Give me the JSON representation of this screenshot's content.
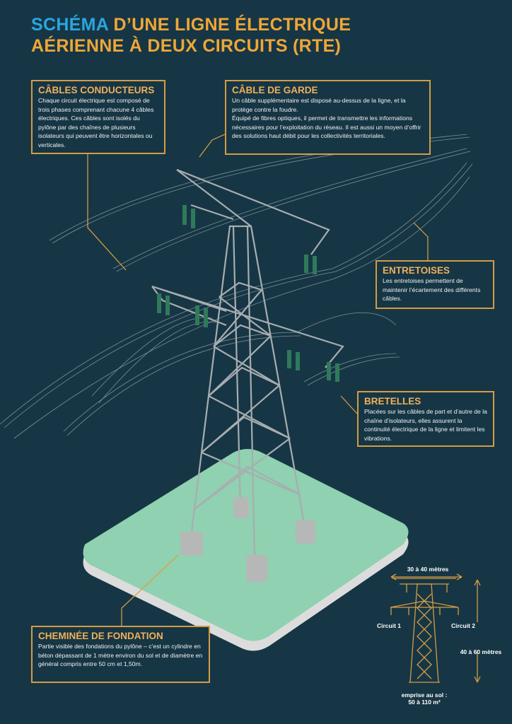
{
  "title": {
    "highlight": "SCHÉMA",
    "line1_rest": " D’UNE LIGNE ÉLECTRIQUE",
    "line2": "AÉRIENNE À DEUX CIRCUITS (RTE)"
  },
  "boxes": {
    "cables": {
      "heading": "CÂBLES CONDUCTEURS",
      "text": "Chaque circuit électrique est composé de trois phases comprenant chacune 4 câbles électriques. Ces câbles sont isolés du pylône par  des chaînes de plusieurs isolateurs qui peuvent être horizontales ou verticales."
    },
    "garde": {
      "heading": "CÂBLE DE GARDE",
      "text": "Un câble supplémentaire est disposé au-dessus de la ligne, et la protège contre la foudre.\nÉquipé de fibres optiques, il permet de transmettre les informations nécessaires pour l’exploitation du réseau. Il est aussi un moyen d’offrir des solutions haut débit pour les collectivités territoriales."
    },
    "entretoises": {
      "heading": "ENTRETOISES",
      "text": "Les entretoises permettent de maintenir l’écartement des différents câbles."
    },
    "bretelles": {
      "heading": "BRETELLES",
      "text": "Placées sur les câbles de part et d’autre de la chaîne d’isolateurs, elles assurent la continuité électrique de la ligne et limitent les vibrations."
    },
    "fondation": {
      "heading": "CHEMINÉE DE FONDATION",
      "text": "Partie visible des fondations du pylône – c’est un cylindre en béton dépassant de 1 mètre environ du sol et de diamètre en général compris entre 50 cm et 1,50m."
    }
  },
  "dimensions": {
    "width": "30 à 40 mètres",
    "height": "40 à 60 mètres",
    "circuit1": "Circuit 1",
    "circuit2": "Circuit 2",
    "footprint_line1": "emprise au sol :",
    "footprint_line2": "50 à 110 m²"
  },
  "colors": {
    "background": "#163645",
    "accent": "#f0a637",
    "title_highlight": "#2aa6de",
    "ground": "#8fd1b0"
  }
}
